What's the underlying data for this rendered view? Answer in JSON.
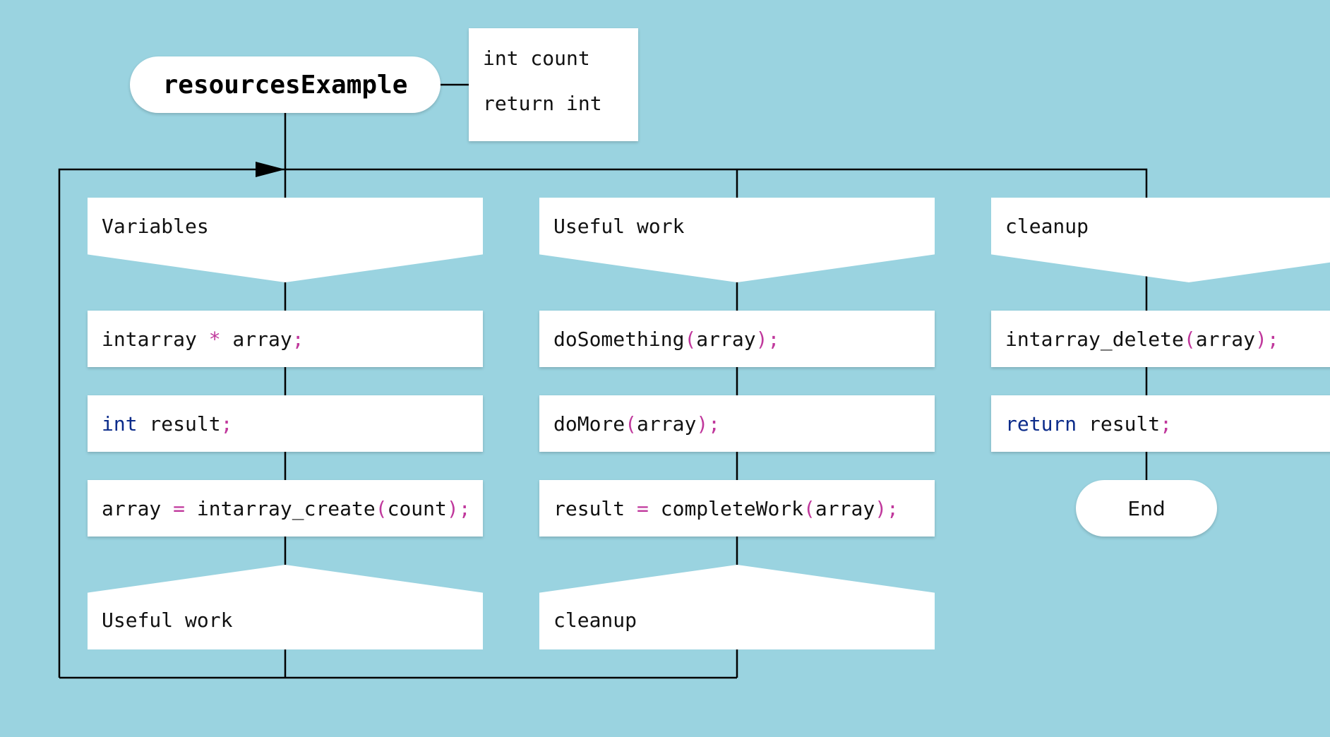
{
  "function": {
    "name": "resourcesExample",
    "params": [
      "int count"
    ],
    "returns": "return int"
  },
  "columns": [
    {
      "header": "Variables",
      "statements": [
        [
          {
            "t": "intarray "
          },
          {
            "t": "*",
            "c": "pu"
          },
          {
            "t": " array"
          },
          {
            "t": ";",
            "c": "pu"
          }
        ],
        [
          {
            "t": "int",
            "c": "kw"
          },
          {
            "t": " result"
          },
          {
            "t": ";",
            "c": "pu"
          }
        ],
        [
          {
            "t": "array "
          },
          {
            "t": "=",
            "c": "pu"
          },
          {
            "t": " intarray_create"
          },
          {
            "t": "(",
            "c": "pu"
          },
          {
            "t": "count"
          },
          {
            "t": ")",
            "c": "pu"
          },
          {
            "t": ";",
            "c": "pu"
          }
        ]
      ],
      "footer": "Useful work"
    },
    {
      "header": "Useful work",
      "statements": [
        [
          {
            "t": "doSomething"
          },
          {
            "t": "(",
            "c": "pu"
          },
          {
            "t": "array"
          },
          {
            "t": ")",
            "c": "pu"
          },
          {
            "t": ";",
            "c": "pu"
          }
        ],
        [
          {
            "t": "doMore"
          },
          {
            "t": "(",
            "c": "pu"
          },
          {
            "t": "array"
          },
          {
            "t": ")",
            "c": "pu"
          },
          {
            "t": ";",
            "c": "pu"
          }
        ],
        [
          {
            "t": "result "
          },
          {
            "t": "=",
            "c": "pu"
          },
          {
            "t": " completeWork"
          },
          {
            "t": "(",
            "c": "pu"
          },
          {
            "t": "array"
          },
          {
            "t": ")",
            "c": "pu"
          },
          {
            "t": ";",
            "c": "pu"
          }
        ]
      ],
      "footer": "cleanup"
    },
    {
      "header": "cleanup",
      "statements": [
        [
          {
            "t": "intarray_delete"
          },
          {
            "t": "(",
            "c": "pu"
          },
          {
            "t": "array"
          },
          {
            "t": ")",
            "c": "pu"
          },
          {
            "t": ";",
            "c": "pu"
          }
        ],
        [
          {
            "t": "return",
            "c": "kw"
          },
          {
            "t": " result"
          },
          {
            "t": ";",
            "c": "pu"
          }
        ]
      ],
      "footer": null
    }
  ],
  "end_label": "End",
  "colors": {
    "background": "#9ad3e0",
    "keyword": "#0b2b8a",
    "punctuation": "#c0389c",
    "line": "#000000"
  }
}
